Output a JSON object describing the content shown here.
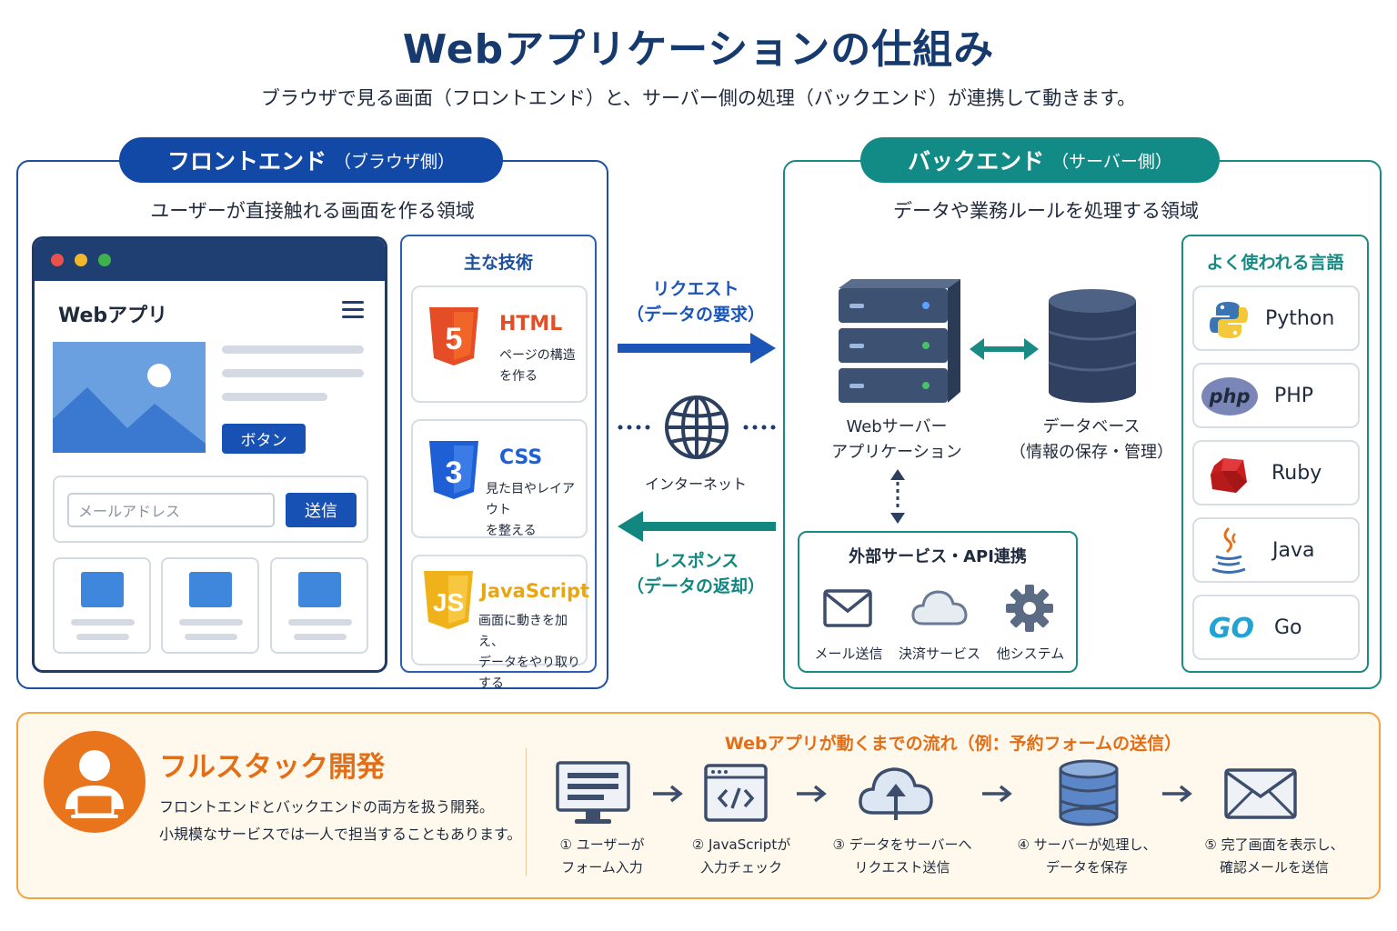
{
  "title": "Webアプリケーションの仕組み",
  "subtitle": "ブラウザで見る画面（フロントエンド）と、サーバー側の処理（バックエンド）が連携して動きます。",
  "frontend": {
    "title": "フロントエンド",
    "title_sub": "（ブラウザ側）",
    "caption": "ユーザーが直接触れる画面を作る領域",
    "mock": {
      "app_title": "Webアプリ",
      "button_label": "ボタン",
      "email_placeholder": "メールアドレス",
      "submit_label": "送信"
    },
    "tech_heading": "主な技術",
    "techs": [
      {
        "name": "HTML",
        "desc1": "ページの構造",
        "desc2": "を作る",
        "color": "#e44d26"
      },
      {
        "name": "CSS",
        "desc1": "見た目やレイアウト",
        "desc2": "を整える",
        "color": "#1f5fd6"
      },
      {
        "name": "JavaScript",
        "desc1": "画面に動きを加え、",
        "desc2": "データをやり取りする",
        "color": "#e7a614"
      }
    ]
  },
  "middle": {
    "request_line1": "リクエスト",
    "request_line2": "（データの要求）",
    "internet": "インターネット",
    "response_line1": "レスポンス",
    "response_line2": "（データの返却）"
  },
  "backend": {
    "title": "バックエンド",
    "title_sub": "（サーバー側）",
    "caption": "データや業務ルールを処理する領域",
    "server_line1": "Webサーバー",
    "server_line2": "アプリケーション",
    "db_line1": "データベース",
    "db_line2": "（情報の保存・管理）",
    "external_title": "外部サービス・API連携",
    "external_items": [
      "メール送信",
      "決済サービス",
      "他システム"
    ],
    "lang_heading": "よく使われる言語",
    "languages": [
      {
        "name": "Python",
        "logo": "python-icon"
      },
      {
        "name": "PHP",
        "logo_text": "php"
      },
      {
        "name": "Ruby",
        "logo": "ruby-icon"
      },
      {
        "name": "Java",
        "logo": "java-icon"
      },
      {
        "name": "Go",
        "logo_text": "GO"
      }
    ]
  },
  "fullstack": {
    "title": "フルスタック開発",
    "desc1": "フロントエンドとバックエンドの両方を扱う開発。",
    "desc2": "小規模なサービスでは一人で担当することもあります。",
    "flow_title": "Webアプリが動くまでの流れ（例：予約フォームの送信）",
    "steps": [
      {
        "line1": "① ユーザーが",
        "line2": "フォーム入力",
        "icon": "monitor-icon"
      },
      {
        "line1": "② JavaScriptが",
        "line2": "入力チェック",
        "icon": "code-window-icon"
      },
      {
        "line1": "③ データをサーバーへ",
        "line2": "リクエスト送信",
        "icon": "cloud-upload-icon"
      },
      {
        "line1": "④ サーバーが処理し、",
        "line2": "データを保存",
        "icon": "database-icon"
      },
      {
        "line1": "⑤ 完了画面を表示し、",
        "line2": "確認メールを送信",
        "icon": "mail-icon"
      }
    ]
  },
  "colors": {
    "navy": "#163a6e",
    "frontend_blue": "#1249a6",
    "backend_teal": "#128b86",
    "fullstack_orange": "#e26f17"
  }
}
